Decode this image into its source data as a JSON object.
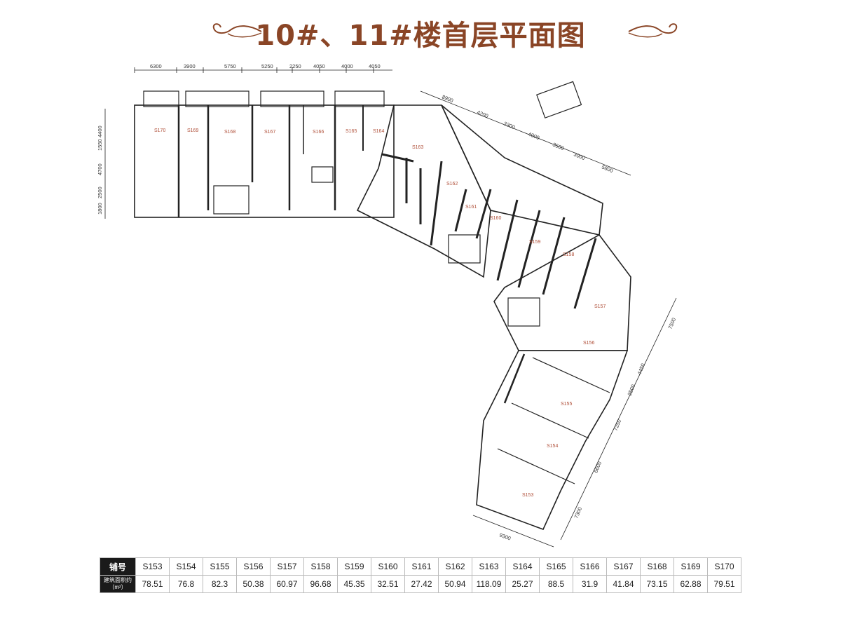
{
  "title": "10#、11#楼首层平面图",
  "colors": {
    "title": "#8a4526",
    "unit_label": "#b0503a",
    "walls": "#222222"
  },
  "units": [
    "S153",
    "S154",
    "S155",
    "S156",
    "S157",
    "S158",
    "S159",
    "S160",
    "S161",
    "S162",
    "S163",
    "S164",
    "S165",
    "S166",
    "S167",
    "S168",
    "S169",
    "S170"
  ],
  "dims_top": [
    "6300",
    "3900",
    "5750",
    "5250",
    "2250",
    "4050",
    "4000",
    "4050"
  ],
  "dims_left": [
    "4400",
    "1550",
    "4700",
    "2500",
    "1800"
  ],
  "dims_diag_upper": [
    "8900",
    "4200",
    "3300",
    "4000",
    "3500",
    "3000",
    "5800"
  ],
  "dims_right": [
    "7500",
    "4450",
    "2500",
    "7250",
    "6600",
    "7300"
  ],
  "dim_bottom": "9300",
  "table": {
    "header_shop": "铺号",
    "header_area": "建筑面积约",
    "header_unit": "（m²）",
    "shops": [
      "S153",
      "S154",
      "S155",
      "S156",
      "S157",
      "S158",
      "S159",
      "S160",
      "S161",
      "S162",
      "S163",
      "S164",
      "S165",
      "S166",
      "S167",
      "S168",
      "S169",
      "S170"
    ],
    "areas": [
      "78.51",
      "76.8",
      "82.3",
      "50.38",
      "60.97",
      "96.68",
      "45.35",
      "32.51",
      "27.42",
      "50.94",
      "118.09",
      "25.27",
      "88.5",
      "31.9",
      "41.84",
      "73.15",
      "62.88",
      "79.51"
    ]
  }
}
